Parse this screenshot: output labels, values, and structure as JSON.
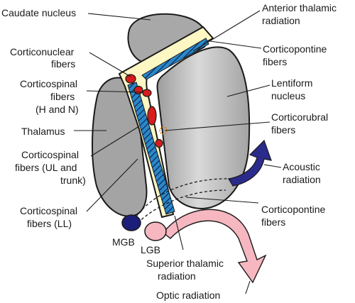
{
  "labels": {
    "caudate_nucleus": "Caudate nucleus",
    "anterior_thalamic_radiation_1": "Anterior thalamic",
    "anterior_thalamic_radiation_2": "radiation",
    "corticonuclear_fibers_1": "Corticonuclear",
    "corticonuclear_fibers_2": "fibers",
    "corticopontine_fibers_top_1": "Corticopontine",
    "corticopontine_fibers_top_2": "fibers",
    "corticospinal_hn_1": "Corticospinal",
    "corticospinal_hn_2": "fibers",
    "corticospinal_hn_3": "(H and N)",
    "lentiform_nucleus_1": "Lentiform",
    "lentiform_nucleus_2": "nucleus",
    "thalamus": "Thalamus",
    "corticorubral_fibers_1": "Corticorubral",
    "corticorubral_fibers_2": "fibers",
    "corticospinal_ul_1": "Corticospinal",
    "corticospinal_ul_2": "fibers (UL and",
    "corticospinal_ul_3": "trunk)",
    "acoustic_radiation_1": "Acoustic",
    "acoustic_radiation_2": "radiation",
    "corticospinal_ll_1": "Corticospinal",
    "corticospinal_ll_2": "fibers (LL)",
    "corticopontine_fibers_bottom_1": "Corticopontine",
    "corticopontine_fibers_bottom_2": "fibers",
    "mgb": "MGB",
    "lgb": "LGB",
    "superior_thalamic_radiation_1": "Superior thalamic",
    "superior_thalamic_radiation_2": "radiation",
    "optic_radiation": "Optic radiation"
  },
  "colors": {
    "nucleus_gray": "#a6a6a6",
    "capsule_yellow": "#fdf7c3",
    "fiber_blue": "#2a88c8",
    "fiber_red": "#d81c1c",
    "mgb_navy": "#1c1e7a",
    "lgb_pink": "#f6b7c0",
    "acoustic_arrow": "#2b2b8c",
    "optic_arrow": "#f6b7c0"
  }
}
